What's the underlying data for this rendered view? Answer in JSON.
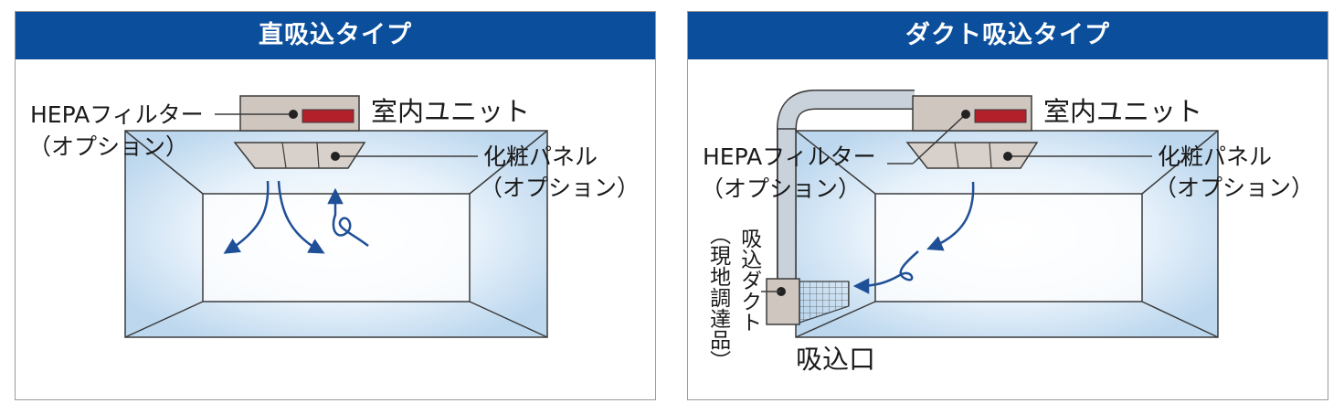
{
  "panels": [
    {
      "title": "直吸込タイプ",
      "labels": {
        "indoor_unit": "室内ユニット",
        "hepa_filter": "HEPAフィルター",
        "hepa_option": "（オプション）",
        "panel": "化粧パネル",
        "panel_option": "（オプション）"
      }
    },
    {
      "title": "ダクト吸込タイプ",
      "labels": {
        "indoor_unit": "室内ユニット",
        "hepa_filter": "HEPAフィルター",
        "hepa_option": "（オプション）",
        "panel": "化粧パネル",
        "panel_option": "（オプション）",
        "intake_duct": "吸込ダクト",
        "duct_note": "（現地調達品）",
        "intake_port": "吸込口"
      }
    }
  ],
  "colors": {
    "header_bg": "#0b4f9c",
    "room_blue": "#bfd9ef",
    "unit_gray": "#cfc6bf",
    "filter_red": "#b3202a",
    "arrow_blue": "#1f4f96"
  }
}
